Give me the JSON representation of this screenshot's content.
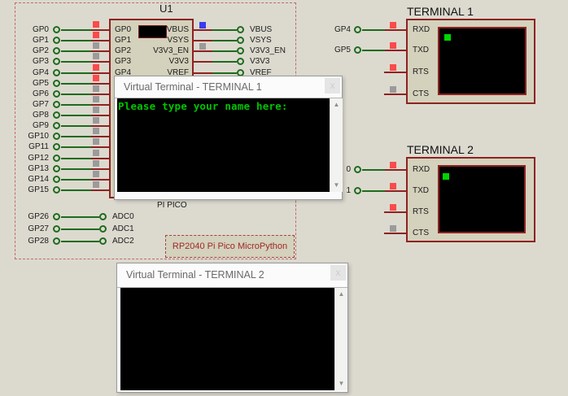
{
  "schematic": {
    "u1": {
      "ref": "U1",
      "name": "PI PICO",
      "annotation": "RP2040 Pi Pico MicroPython",
      "gpio_pins": [
        {
          "label": "GP0",
          "indicator": "red"
        },
        {
          "label": "GP1",
          "indicator": "red"
        },
        {
          "label": "GP2",
          "indicator": "gray"
        },
        {
          "label": "GP3",
          "indicator": "gray"
        },
        {
          "label": "GP4",
          "indicator": "red"
        },
        {
          "label": "GP5",
          "indicator": "red"
        },
        {
          "label": "GP6",
          "indicator": "gray"
        },
        {
          "label": "GP7",
          "indicator": "gray"
        },
        {
          "label": "GP8",
          "indicator": "gray"
        },
        {
          "label": "GP9",
          "indicator": "gray"
        },
        {
          "label": "GP10",
          "indicator": "gray"
        },
        {
          "label": "GP11",
          "indicator": "gray"
        },
        {
          "label": "GP12",
          "indicator": "gray"
        },
        {
          "label": "GP13",
          "indicator": "gray"
        },
        {
          "label": "GP14",
          "indicator": "gray"
        },
        {
          "label": "GP15",
          "indicator": "gray"
        }
      ],
      "power_pins": [
        {
          "label": "VBUS",
          "indicator": "blue"
        },
        {
          "label": "VSYS",
          "indicator": null
        },
        {
          "label": "V3V3_EN",
          "indicator": "gray"
        },
        {
          "label": "V3V3",
          "indicator": null
        },
        {
          "label": "VREF",
          "indicator": null
        }
      ],
      "adc_rows": [
        {
          "gpio": "GP26",
          "adc": "ADC0"
        },
        {
          "gpio": "GP27",
          "adc": "ADC1"
        },
        {
          "gpio": "GP28",
          "adc": "ADC2"
        }
      ]
    },
    "terminals": [
      {
        "title": "TERMINAL 1",
        "pins": [
          {
            "name": "RXD",
            "indicator": "red",
            "wire_label": "GP4"
          },
          {
            "name": "TXD",
            "indicator": "red",
            "wire_label": "GP5"
          },
          {
            "name": "RTS",
            "indicator": "red",
            "wire_label": null
          },
          {
            "name": "CTS",
            "indicator": "gray",
            "wire_label": null
          }
        ]
      },
      {
        "title": "TERMINAL 2",
        "pins": [
          {
            "name": "RXD",
            "indicator": "red",
            "wire_label": "0"
          },
          {
            "name": "TXD",
            "indicator": "red",
            "wire_label": "1"
          },
          {
            "name": "RTS",
            "indicator": "red",
            "wire_label": null
          },
          {
            "name": "CTS",
            "indicator": "gray",
            "wire_label": null
          }
        ]
      }
    ]
  },
  "windows": {
    "vt1": {
      "title": "Virtual Terminal - TERMINAL 1",
      "close_label": "x",
      "lines": [
        "Please type your name here:"
      ]
    },
    "vt2": {
      "title": "Virtual Terminal - TERMINAL 2",
      "close_label": "x",
      "lines": []
    }
  },
  "colors": {
    "background": "#DCDACF",
    "component_fill": "#D4D1BC",
    "component_border": "#8E2222",
    "wire_green": "#1E6B1E",
    "indicator_red": "#FA4B4B",
    "indicator_gray": "#9B9B9B",
    "indicator_blue": "#3A3AF0",
    "terminal_text_green": "#00C400",
    "cursor_green": "#00D400",
    "selection_dash": "#C06A6A",
    "annotation_red": "#9F2828"
  }
}
